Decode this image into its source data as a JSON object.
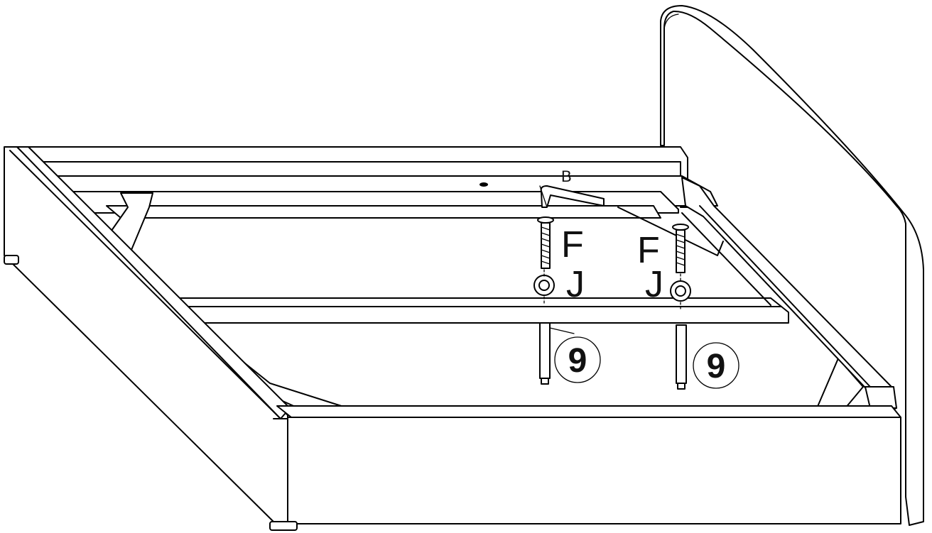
{
  "labels": {
    "hex_key": "B",
    "bolt_left": "F",
    "bolt_right": "F",
    "washer_left": "J",
    "washer_right": "J",
    "leg_left": "9",
    "leg_right": "9"
  }
}
